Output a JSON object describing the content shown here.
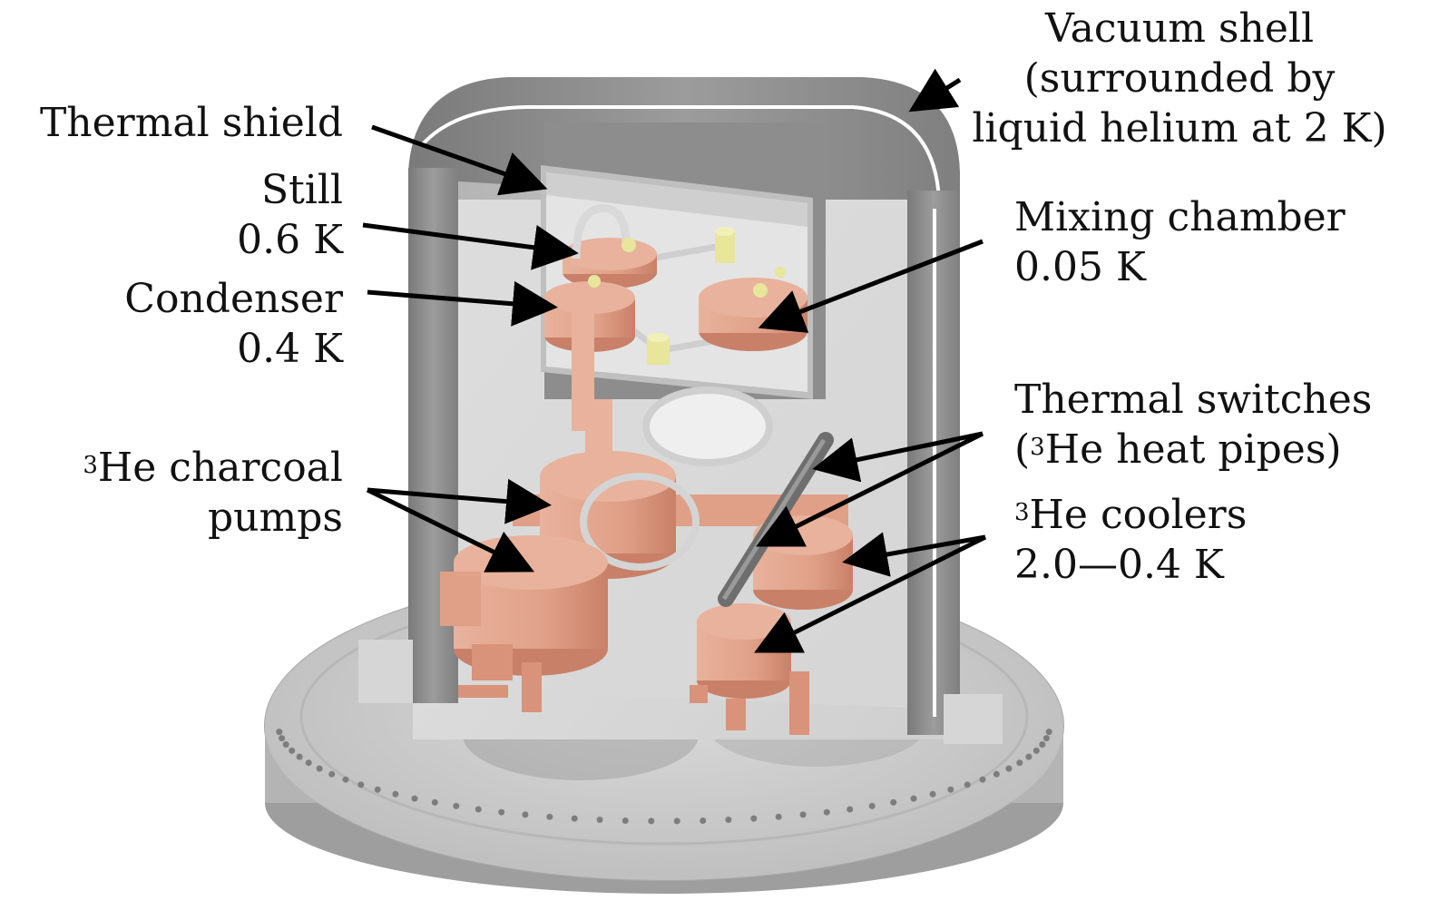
{
  "labels": {
    "vacuum_shell": [
      "Vacuum shell",
      "(surrounded by",
      "liquid helium at 2 K)"
    ],
    "thermal_shield": "Thermal shield",
    "still": [
      "Still",
      "0.6 K"
    ],
    "condenser": [
      "Condenser",
      "0.4 K"
    ],
    "charcoal_pumps": {
      "sup": "3",
      "line1": "He charcoal",
      "line2": "pumps"
    },
    "mixing_chamber": [
      "Mixing chamber",
      "0.05 K"
    ],
    "thermal_switches": {
      "line1": "Thermal switches",
      "line2_prefix": "(",
      "line2_sup": "3",
      "line2_rest": "He heat pipes)"
    },
    "coolers": {
      "sup": "3",
      "line1": "He coolers",
      "line2": "2.0—0.4 K"
    }
  },
  "colors": {
    "copper": "#e3a48c",
    "copper_dark": "#c98068",
    "shell_grey": "#8e8e8e",
    "base_grey": "#cfcfcf",
    "switch_yellow": "#e7e69a"
  }
}
